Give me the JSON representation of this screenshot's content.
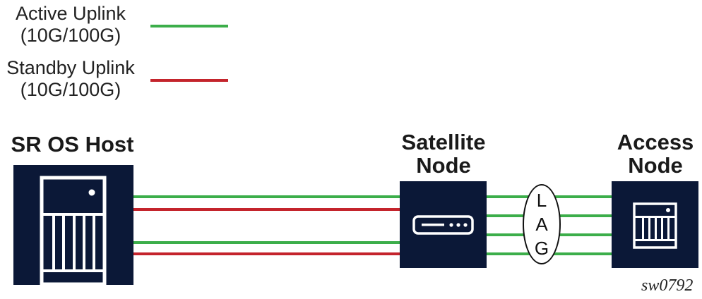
{
  "legend": {
    "items": [
      {
        "label_line1": "Active Uplink",
        "label_line2": "(10G/100G)",
        "color": "#3cae4a"
      },
      {
        "label_line1": "Standby Uplink",
        "label_line2": "(10G/100G)",
        "color": "#c4242c"
      }
    ]
  },
  "nodes": {
    "host": {
      "title": "SR OS Host",
      "icon": "chassis-icon"
    },
    "satellite": {
      "title_line1": "Satellite",
      "title_line2": "Node",
      "icon": "router-icon"
    },
    "access": {
      "title_line1": "Access",
      "title_line2": "Node",
      "icon": "chassis-icon"
    }
  },
  "links": {
    "host_to_satellite": [
      "active",
      "standby",
      "active",
      "standby"
    ],
    "satellite_to_access": [
      "active",
      "active",
      "active",
      "active"
    ]
  },
  "lag": {
    "letters": [
      "L",
      "A",
      "G"
    ]
  },
  "colors": {
    "node_fill": "#0b1837",
    "active": "#3cae4a",
    "standby": "#c4242c"
  },
  "figure_id": "sw0792"
}
